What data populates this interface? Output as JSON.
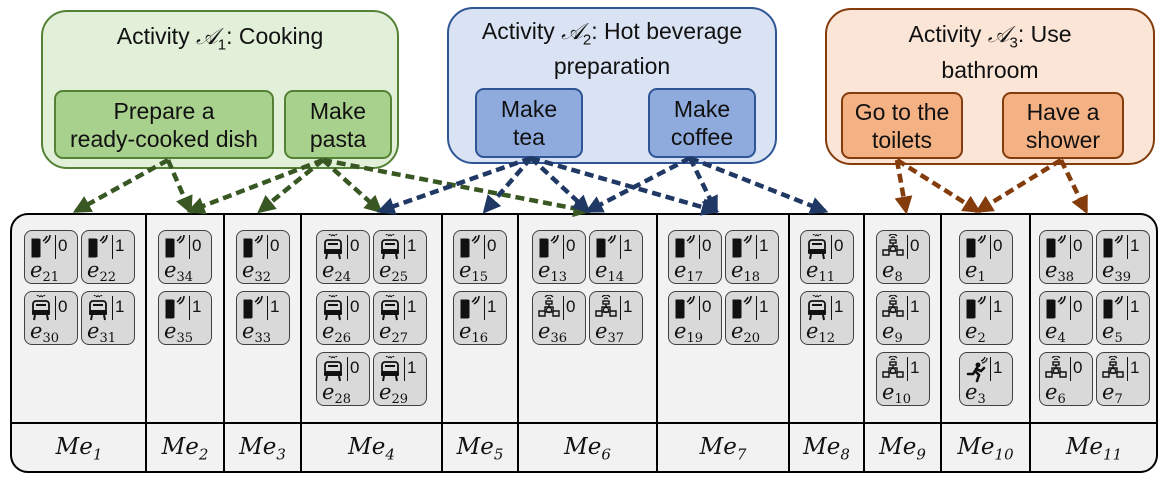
{
  "activities": [
    {
      "prefix": "Activity ",
      "symbol": "𝒜",
      "index": "1",
      "line1": ": Cooking",
      "line2": "",
      "sub_activities": [
        {
          "label": "Prepare a\nready-cooked dish"
        },
        {
          "label": "Make\npasta"
        }
      ]
    },
    {
      "prefix": "Activity ",
      "symbol": "𝒜",
      "index": "2",
      "line1": ": Hot beverage",
      "line2": "preparation",
      "sub_activities": [
        {
          "label": "Make\ntea"
        },
        {
          "label": "Make\ncoffee"
        }
      ]
    },
    {
      "prefix": "Activity ",
      "symbol": "𝒜",
      "index": "3",
      "line1": ": Use",
      "line2": "bathroom",
      "sub_activities": [
        {
          "label": "Go to the\ntoilets"
        },
        {
          "label": "Have a\nshower"
        }
      ]
    }
  ],
  "measurement_groups": [
    {
      "label": "Me",
      "index": "1"
    },
    {
      "label": "Me",
      "index": "2"
    },
    {
      "label": "Me",
      "index": "3"
    },
    {
      "label": "Me",
      "index": "4"
    },
    {
      "label": "Me",
      "index": "5"
    },
    {
      "label": "Me",
      "index": "6"
    },
    {
      "label": "Me",
      "index": "7"
    },
    {
      "label": "Me",
      "index": "8"
    },
    {
      "label": "Me",
      "index": "9"
    },
    {
      "label": "Me",
      "index": "10"
    },
    {
      "label": "Me",
      "index": "11"
    }
  ],
  "sensors": [
    {
      "group": 1,
      "label": "e",
      "index": "21",
      "state": "0",
      "icon": "door-sensor-icon"
    },
    {
      "group": 1,
      "label": "e",
      "index": "22",
      "state": "1",
      "icon": "door-sensor-icon"
    },
    {
      "group": 1,
      "label": "e",
      "index": "30",
      "state": "0",
      "icon": "appliance-sensor-icon"
    },
    {
      "group": 1,
      "label": "e",
      "index": "31",
      "state": "1",
      "icon": "appliance-sensor-icon"
    },
    {
      "group": 2,
      "label": "e",
      "index": "34",
      "state": "0",
      "icon": "door-sensor-icon"
    },
    {
      "group": 2,
      "label": "e",
      "index": "35",
      "state": "1",
      "icon": "door-sensor-icon"
    },
    {
      "group": 3,
      "label": "e",
      "index": "32",
      "state": "0",
      "icon": "door-sensor-icon"
    },
    {
      "group": 3,
      "label": "e",
      "index": "33",
      "state": "1",
      "icon": "door-sensor-icon"
    },
    {
      "group": 4,
      "label": "e",
      "index": "24",
      "state": "0",
      "icon": "appliance-sensor-icon"
    },
    {
      "group": 4,
      "label": "e",
      "index": "25",
      "state": "1",
      "icon": "appliance-sensor-icon"
    },
    {
      "group": 4,
      "label": "e",
      "index": "26",
      "state": "0",
      "icon": "appliance-sensor-icon"
    },
    {
      "group": 4,
      "label": "e",
      "index": "27",
      "state": "1",
      "icon": "appliance-sensor-icon"
    },
    {
      "group": 4,
      "label": "e",
      "index": "28",
      "state": "0",
      "icon": "appliance-sensor-icon"
    },
    {
      "group": 4,
      "label": "e",
      "index": "29",
      "state": "1",
      "icon": "appliance-sensor-icon"
    },
    {
      "group": 5,
      "label": "e",
      "index": "15",
      "state": "0",
      "icon": "door-sensor-icon"
    },
    {
      "group": 5,
      "label": "e",
      "index": "16",
      "state": "1",
      "icon": "door-sensor-icon"
    },
    {
      "group": 6,
      "label": "e",
      "index": "13",
      "state": "0",
      "icon": "door-sensor-icon"
    },
    {
      "group": 6,
      "label": "e",
      "index": "14",
      "state": "1",
      "icon": "door-sensor-icon"
    },
    {
      "group": 6,
      "label": "e",
      "index": "36",
      "state": "0",
      "icon": "water-tap-sensor-icon"
    },
    {
      "group": 6,
      "label": "e",
      "index": "37",
      "state": "1",
      "icon": "water-tap-sensor-icon"
    },
    {
      "group": 7,
      "label": "e",
      "index": "17",
      "state": "0",
      "icon": "door-sensor-icon"
    },
    {
      "group": 7,
      "label": "e",
      "index": "18",
      "state": "1",
      "icon": "door-sensor-icon"
    },
    {
      "group": 7,
      "label": "e",
      "index": "19",
      "state": "0",
      "icon": "door-sensor-icon"
    },
    {
      "group": 7,
      "label": "e",
      "index": "20",
      "state": "1",
      "icon": "door-sensor-icon"
    },
    {
      "group": 8,
      "label": "e",
      "index": "11",
      "state": "0",
      "icon": "appliance-sensor-icon"
    },
    {
      "group": 8,
      "label": "e",
      "index": "12",
      "state": "1",
      "icon": "appliance-sensor-icon"
    },
    {
      "group": 9,
      "label": "e",
      "index": "8",
      "state": "0",
      "icon": "water-tap-sensor-icon"
    },
    {
      "group": 9,
      "label": "e",
      "index": "9",
      "state": "1",
      "icon": "water-tap-sensor-icon"
    },
    {
      "group": 9,
      "label": "e",
      "index": "10",
      "state": "1",
      "icon": "water-tap-sensor-icon"
    },
    {
      "group": 10,
      "label": "e",
      "index": "1",
      "state": "0",
      "icon": "door-sensor-icon"
    },
    {
      "group": 10,
      "label": "e",
      "index": "2",
      "state": "1",
      "icon": "door-sensor-icon"
    },
    {
      "group": 10,
      "label": "e",
      "index": "3",
      "state": "1",
      "icon": "motion-sensor-icon"
    },
    {
      "group": 11,
      "label": "e",
      "index": "38",
      "state": "0",
      "icon": "door-sensor-icon"
    },
    {
      "group": 11,
      "label": "e",
      "index": "39",
      "state": "1",
      "icon": "door-sensor-icon"
    },
    {
      "group": 11,
      "label": "e",
      "index": "4",
      "state": "0",
      "icon": "door-sensor-icon"
    },
    {
      "group": 11,
      "label": "e",
      "index": "5",
      "state": "1",
      "icon": "door-sensor-icon"
    },
    {
      "group": 11,
      "label": "e",
      "index": "6",
      "state": "0",
      "icon": "water-tap-sensor-icon"
    },
    {
      "group": 11,
      "label": "e",
      "index": "7",
      "state": "1",
      "icon": "water-tap-sensor-icon"
    }
  ],
  "links": [
    {
      "from_activity": 1,
      "from_sub": 1,
      "to_group": 1
    },
    {
      "from_activity": 1,
      "from_sub": 1,
      "to_group": 2
    },
    {
      "from_activity": 1,
      "from_sub": 2,
      "to_group": 2
    },
    {
      "from_activity": 1,
      "from_sub": 2,
      "to_group": 3
    },
    {
      "from_activity": 1,
      "from_sub": 2,
      "to_group": 4
    },
    {
      "from_activity": 1,
      "from_sub": 2,
      "to_group": 6
    },
    {
      "from_activity": 2,
      "from_sub": 1,
      "to_group": 4
    },
    {
      "from_activity": 2,
      "from_sub": 1,
      "to_group": 5
    },
    {
      "from_activity": 2,
      "from_sub": 1,
      "to_group": 6
    },
    {
      "from_activity": 2,
      "from_sub": 1,
      "to_group": 7
    },
    {
      "from_activity": 2,
      "from_sub": 2,
      "to_group": 6
    },
    {
      "from_activity": 2,
      "from_sub": 2,
      "to_group": 7
    },
    {
      "from_activity": 2,
      "from_sub": 2,
      "to_group": 8
    },
    {
      "from_activity": 3,
      "from_sub": 1,
      "to_group": 9
    },
    {
      "from_activity": 3,
      "from_sub": 1,
      "to_group": 10
    },
    {
      "from_activity": 3,
      "from_sub": 2,
      "to_group": 10
    },
    {
      "from_activity": 3,
      "from_sub": 2,
      "to_group": 11
    }
  ],
  "colors": {
    "cooking_fill": "#e2efd9",
    "cooking_border": "#548235",
    "cooking_sub_fill": "#a9d18e",
    "beverage_fill": "#dae3f3",
    "beverage_border": "#2f5597",
    "beverage_sub_fill": "#8faadc",
    "bathroom_fill": "#fbe5d6",
    "bathroom_border": "#843c0c",
    "bathroom_sub_fill": "#f4b183",
    "sensor_fill": "#d9d9d9",
    "grid_fill": "#f2f2f2"
  }
}
